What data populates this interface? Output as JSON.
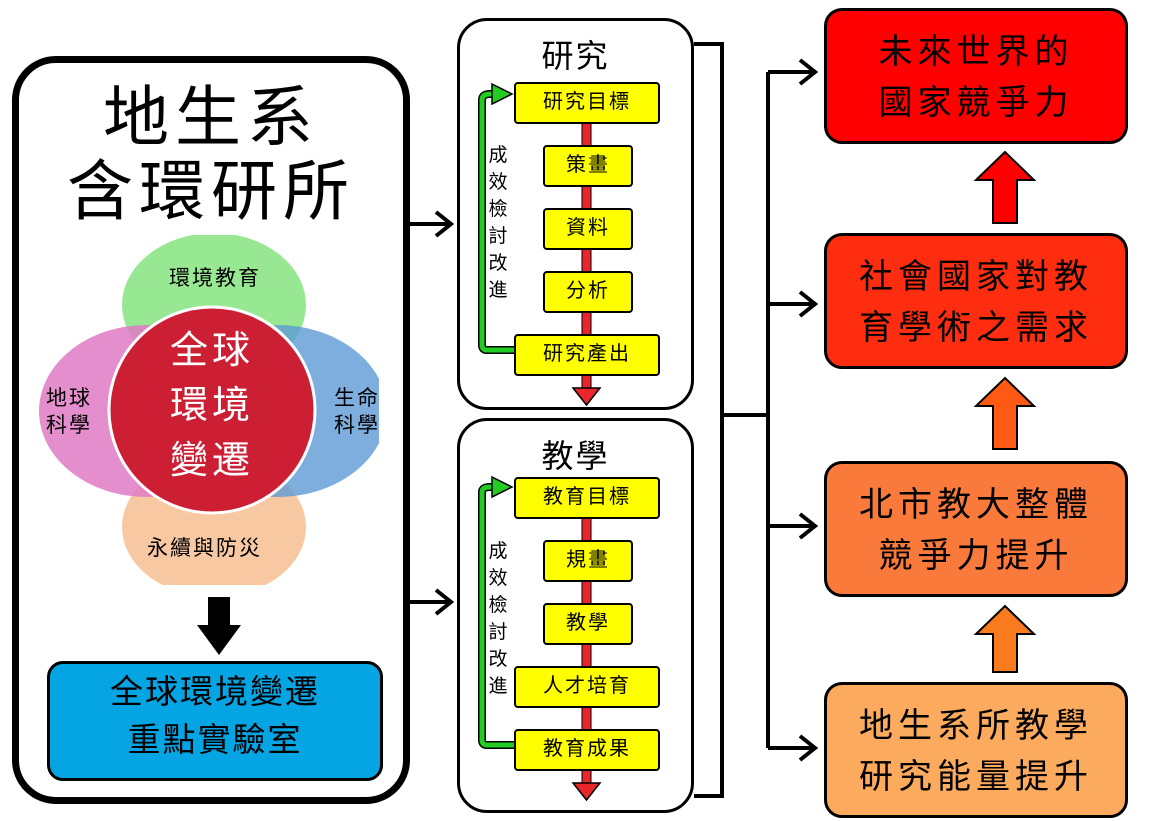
{
  "left_panel": {
    "title_line1": "地生系",
    "title_line2": "含環研所",
    "venn": {
      "top": "環境教育",
      "left_line1": "地球",
      "left_line2": "科學",
      "right_line1": "生命",
      "right_line2": "科學",
      "bottom": "永續與防災",
      "center_line1": "全球",
      "center_line2": "環境",
      "center_line3": "變遷",
      "colors": {
        "top": "#8fe68a",
        "left": "#e07ac4",
        "right": "#5d9ad6",
        "bottom": "#f7c39a",
        "center": "#cc1f33"
      }
    },
    "lab_line1": "全球環境變遷",
    "lab_line2": "重點實驗室"
  },
  "research_panel": {
    "title": "研究",
    "steps": [
      "研究目標",
      "策畫",
      "資料",
      "分析",
      "研究產出"
    ],
    "feedback_label": [
      "成",
      "效",
      "檢",
      "討",
      "改",
      "進"
    ]
  },
  "teaching_panel": {
    "title": "教學",
    "steps": [
      "教育目標",
      "規畫",
      "教學",
      "人才培育",
      "教育成果"
    ],
    "feedback_label": [
      "成",
      "效",
      "檢",
      "討",
      "改",
      "進"
    ]
  },
  "right_column": [
    {
      "line1": "未來世界的",
      "line2": "國家競爭力",
      "color": "#ff0000"
    },
    {
      "line1": "社會國家對教",
      "line2": "育學術之需求",
      "color": "#ff2d0f"
    },
    {
      "line1": "北市教大整體",
      "line2": "競爭力提升",
      "color": "#fa7a3c"
    },
    {
      "line1": "地生系所教學",
      "line2": "研究能量提升",
      "color": "#fbaa5e"
    }
  ]
}
